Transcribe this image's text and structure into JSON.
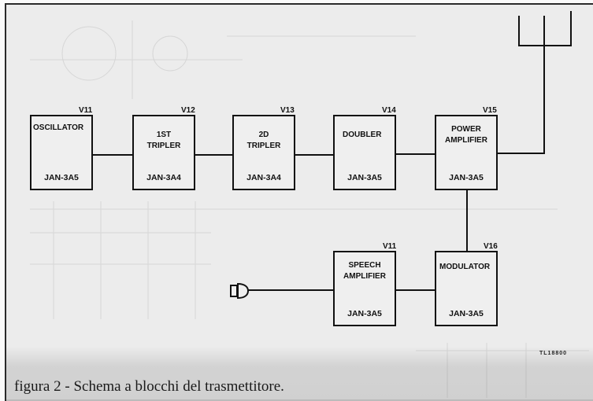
{
  "diagram": {
    "blocks": [
      {
        "id": "oscillator",
        "ref": "V11",
        "label": "OSCILLATOR",
        "tube": "JAN-3A5"
      },
      {
        "id": "tripler1",
        "ref": "V12",
        "label": "1ST\nTRIPLER",
        "tube": "JAN-3A4"
      },
      {
        "id": "tripler2",
        "ref": "V13",
        "label": "2D\nTRIPLER",
        "tube": "JAN-3A4"
      },
      {
        "id": "doubler",
        "ref": "V14",
        "label": "DOUBLER",
        "tube": "JAN-3A5"
      },
      {
        "id": "power-amplifier",
        "ref": "V15",
        "label": "POWER\nAMPLIFIER",
        "tube": "JAN-3A5"
      },
      {
        "id": "speech-amplifier",
        "ref": "V11",
        "label": "SPEECH\nAMPLIFIER",
        "tube": "JAN-3A5"
      },
      {
        "id": "modulator",
        "ref": "V16",
        "label": "MODULATOR",
        "tube": "JAN-3A5"
      }
    ],
    "drawing_id": "TL18800"
  },
  "caption": "figura 2 - Schema a blocchi del trasmettitore.",
  "colors": {
    "ink": "#111111",
    "paper": "#ececec",
    "band": "#cfcfcf"
  }
}
